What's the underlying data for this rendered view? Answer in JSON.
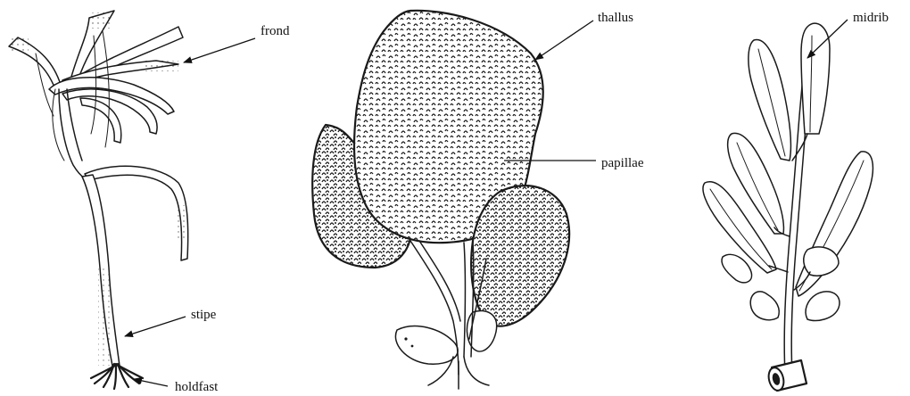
{
  "labels": {
    "frond": "frond",
    "stipe": "stipe",
    "holdfast": "holdfast",
    "thallus": "thallus",
    "papillae": "papillae",
    "midrib": "midrib"
  },
  "colors": {
    "ink": "#1a1a1a",
    "background": "#ffffff"
  }
}
